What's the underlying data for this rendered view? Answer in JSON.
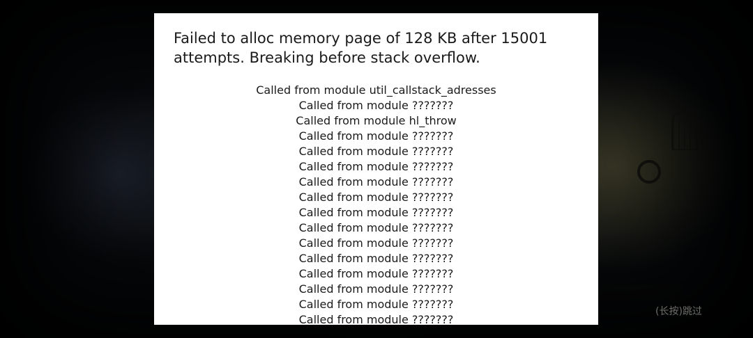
{
  "background": {
    "dialog_color": "#ffffff",
    "screen_color": "#000000"
  },
  "error_dialog": {
    "message": "Failed to alloc memory page of 128 KB after 15001 attempts. Breaking before stack overflow.",
    "stack_lines": [
      "Called from module util_callstack_adresses",
      "Called from module ???????",
      "Called from module hl_throw",
      "Called from module ???????",
      "Called from module ???????",
      "Called from module ???????",
      "Called from module ???????",
      "Called from module ???????",
      "Called from module ???????",
      "Called from module ???????",
      "Called from module ???????",
      "Called from module ???????",
      "Called from module ???????",
      "Called from module ???????",
      "Called from module ???????",
      "Called from module ???????"
    ]
  },
  "skip_hint": {
    "label": "(长按)跳过"
  }
}
